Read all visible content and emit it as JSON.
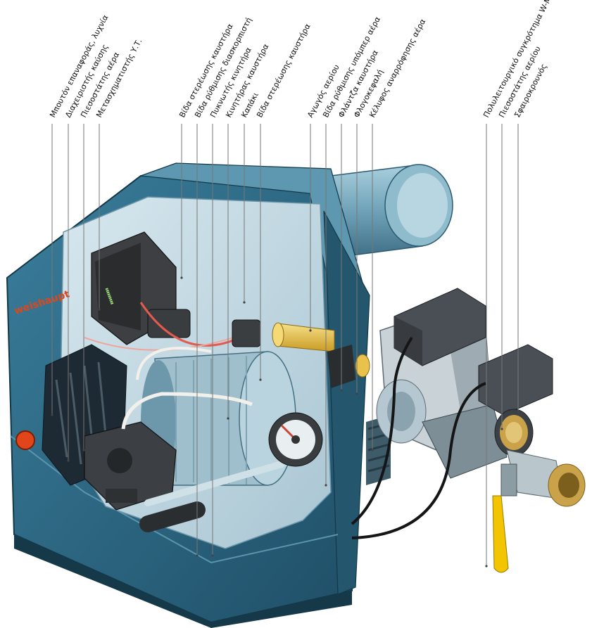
{
  "brand": "weishaupt",
  "colors": {
    "housing": "#2f6f8c",
    "housing_dark": "#1f4e66",
    "housing_light": "#7fb3c9",
    "interior": "#c6dbe4",
    "flange": "#9cc3d3",
    "valve_body": "#6a7f8a",
    "solenoid": "#4a4f55",
    "coil": "#d7dcde",
    "gas_pipe": "#e8c64a",
    "brass": "#c9a24a",
    "handle": "#f2c500",
    "indicator": "#e0461a",
    "wire_red": "#e35b4f",
    "leader": "#777777"
  },
  "labels": [
    {
      "id": "L1",
      "text": "Μπουτόν επαναφοράς, λυχνία"
    },
    {
      "id": "L2",
      "text": "Διαχειριστής καύσης"
    },
    {
      "id": "L3",
      "text": "Πιεσοστάτης αέρα"
    },
    {
      "id": "L4",
      "text": "Μετασχηματιστής Υ.Τ."
    },
    {
      "id": "L5",
      "text": "Βίδα στερέωσης καυστήρα"
    },
    {
      "id": "L6",
      "text": "Βίδα ρύθμισης διασκορπιστή"
    },
    {
      "id": "L7",
      "text": "Πυκνωτής κινητήρα"
    },
    {
      "id": "L8",
      "text": "Κινητήρας καυστήρα"
    },
    {
      "id": "L9",
      "text": "Καπάκι"
    },
    {
      "id": "L10",
      "text": "Βίδα στερέωσης καυστήρα"
    },
    {
      "id": "L11",
      "text": "Αγωγός αερίου"
    },
    {
      "id": "L12",
      "text": "Βίδα ρύθμισης υπόμπερ αέρα"
    },
    {
      "id": "L13",
      "text": "Φλάντζα καυστήρα"
    },
    {
      "id": "L14",
      "text": "Φλογοκεφαλή"
    },
    {
      "id": "L15",
      "text": "Κέλυφος αναρρόφησης αέρα"
    },
    {
      "id": "L16",
      "text": "Πολυλειτουργικό συγκρότημα W-MF"
    },
    {
      "id": "L17",
      "text": "Πιεσοστάτης αερίου"
    },
    {
      "id": "L18",
      "text": "Σφαιροκρουνός"
    }
  ]
}
